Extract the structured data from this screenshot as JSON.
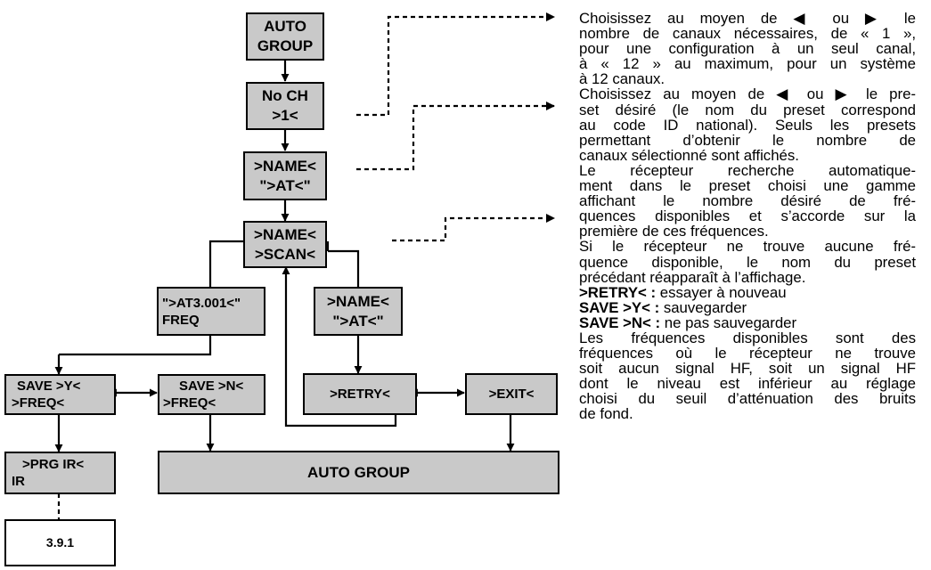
{
  "boxes": {
    "auto_group_top": [
      "AUTO",
      "GROUP"
    ],
    "no_ch": [
      "No CH",
      ">1<"
    ],
    "name_at": [
      ">NAME<",
      "\">AT<\""
    ],
    "name_scan": [
      ">NAME<",
      ">SCAN<"
    ],
    "at_freq": [
      "\">AT3.001<\"",
      "FREQ"
    ],
    "name_at_2": [
      ">NAME<",
      "\">AT<\""
    ],
    "save_y": [
      "SAVE >Y<",
      ">FREQ<"
    ],
    "save_n": [
      "SAVE >N<",
      ">FREQ<"
    ],
    "retry": ">RETRY<",
    "exit": ">EXIT<",
    "prg_ir": [
      ">PRG IR<",
      "IR"
    ],
    "auto_group_bottom": "AUTO GROUP",
    "ref": "3.9.1"
  },
  "text": {
    "p1": [
      "Choisissez au moyen de ◀ ou ▶ le",
      "nombre de canaux nécessaires, de « 1 »,",
      "pour une configuration à un seul canal,",
      "à « 12 » au maximum, pour un système",
      "à 12 canaux."
    ],
    "p2": [
      "Choisissez au moyen de ◀ ou ▶ le pre-",
      "set désiré (le nom du preset correspond",
      "au code ID national). Seuls les presets",
      "permettant d’obtenir le nombre de",
      "canaux sélectionné sont affichés."
    ],
    "p3": [
      "Le récepteur recherche automatique-",
      "ment dans le preset choisi une gamme",
      "affichant le nombre désiré de fré-",
      "quences disponibles et s’accorde sur la",
      "première de ces fréquences."
    ],
    "p4": [
      "Si le récepteur ne trouve aucune fré-",
      "quence disponible, le nom du preset",
      "précédant réapparaît à l’affichage."
    ],
    "retry_key": ">RETRY< :",
    "retry_desc": " essayer à nouveau",
    "save_y_key": "SAVE >Y< :",
    "save_y_desc": " sauvegarder",
    "save_n_key": "SAVE >N< :",
    "save_n_desc": " ne pas sauvegarder",
    "p5": [
      "Les fréquences disponibles sont des",
      "fréquences où le récepteur ne trouve",
      "soit aucun signal HF, soit un signal HF",
      "dont le niveau est inférieur au réglage",
      "choisi du seuil d’atténuation des bruits",
      "de fond."
    ]
  }
}
